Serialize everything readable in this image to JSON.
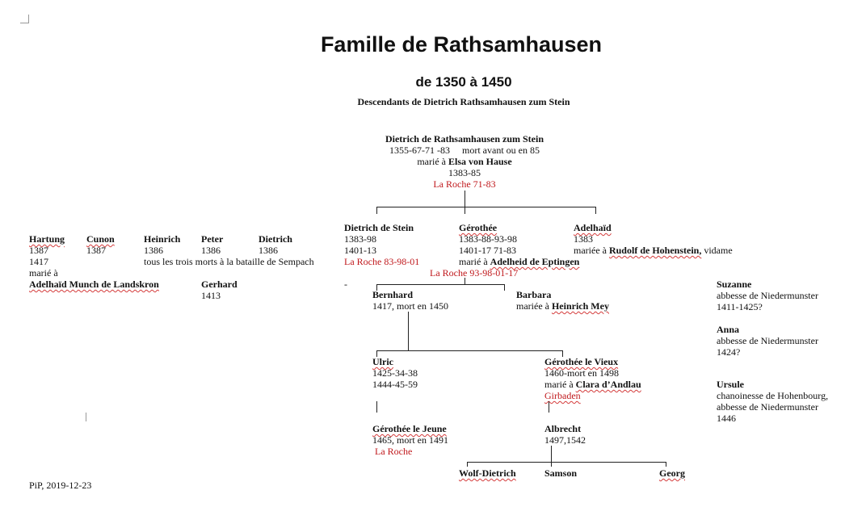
{
  "header": {
    "title": "Famille de Rathsamhausen",
    "subtitle": "de 1350 à 1450",
    "caption": "Descendants de Dietrich Rathsamhausen zum Stein"
  },
  "root": {
    "name": "Dietrich de Rathsamhausen zum Stein",
    "dates": "1355-67-71 -83",
    "death": "mort avant ou en 85",
    "married_prefix": "marié à",
    "spouse": "Elsa von Hause",
    "spouse_dates": "1383-85",
    "place": "La Roche 71-83"
  },
  "left_siblings": {
    "hartung": {
      "name": "Hartung",
      "y1": "1387",
      "y2": "1417",
      "married_prefix": "marié à",
      "spouse": "Adelhaïd Munch de Landskron"
    },
    "cunon": {
      "name": "Cunon",
      "year": "1387"
    },
    "heinrich": {
      "name": "Heinrich",
      "year": "1386",
      "note": "tous les trois morts à la bataille de Sempach"
    },
    "peter": {
      "name": "Peter",
      "year": "1386"
    },
    "dietrich": {
      "name": "Dietrich",
      "year": "1386"
    },
    "gerhard": {
      "name": "Gerhard",
      "year": "1413"
    }
  },
  "children": {
    "dietrich_stein": {
      "name": "Dietrich de Stein",
      "d1": "1383-98",
      "d2": "1401-13",
      "place": "La Roche 83-98-01",
      "dash": "-"
    },
    "gerothee": {
      "name": "Gérothée",
      "d1": "1383-88-93-98",
      "d2": "1401-17 71-83",
      "married_prefix": "marié à",
      "spouse": "Adelheid de Eptingen",
      "place": "La Roche 93-98-01-17"
    },
    "adelhaid": {
      "name": "Adelhaïd",
      "d1": "1383",
      "married_prefix": "mariée à",
      "spouse": "Rudolf de Hohenstein,",
      "suffix": "vidame"
    }
  },
  "grandchildren": {
    "bernhard": {
      "name": "Bernhard",
      "info": "1417, mort en 1450"
    },
    "barbara": {
      "name": "Barbara",
      "married_prefix": "mariée à",
      "spouse": "Heinrich Mey"
    },
    "suzanne": {
      "name": "Suzanne",
      "role": "abbesse de Niedermunster",
      "dates": "1411-1425?"
    },
    "anna": {
      "name": "Anna",
      "role": "abbesse de Niedermunster",
      "dates": "1424?"
    },
    "ursule": {
      "name": "Ursule",
      "role1": "chanoinesse de Hohenbourg,",
      "role2": "abbesse de Niedermunster",
      "dates": "1446"
    }
  },
  "great_grandchildren": {
    "ulric": {
      "name": "Ulric",
      "d1": "1425-34-38",
      "d2": "1444-45-59"
    },
    "gerothee_vieux": {
      "name": "Gérothée le Vieux",
      "d1": "1460-mort en 1498",
      "married_prefix": "marié à",
      "spouse": "Clara d’Andlau",
      "place": "Girbaden"
    }
  },
  "next_gen": {
    "gerothee_jeune": {
      "name": "Gérothée le Jeune",
      "info": "1465, mort en 1491",
      "place": "La Roche"
    },
    "albrecht": {
      "name": "Albrecht",
      "info": "1497,1542"
    }
  },
  "last_gen": {
    "wolf": "Wolf-Dietrich",
    "samson": "Samson",
    "georg": "Georg"
  },
  "footer": {
    "signature": "PiP, 2019-12-23"
  },
  "colors": {
    "accent_red": "#c0181c",
    "text": "#111111",
    "lines": "#222222"
  }
}
